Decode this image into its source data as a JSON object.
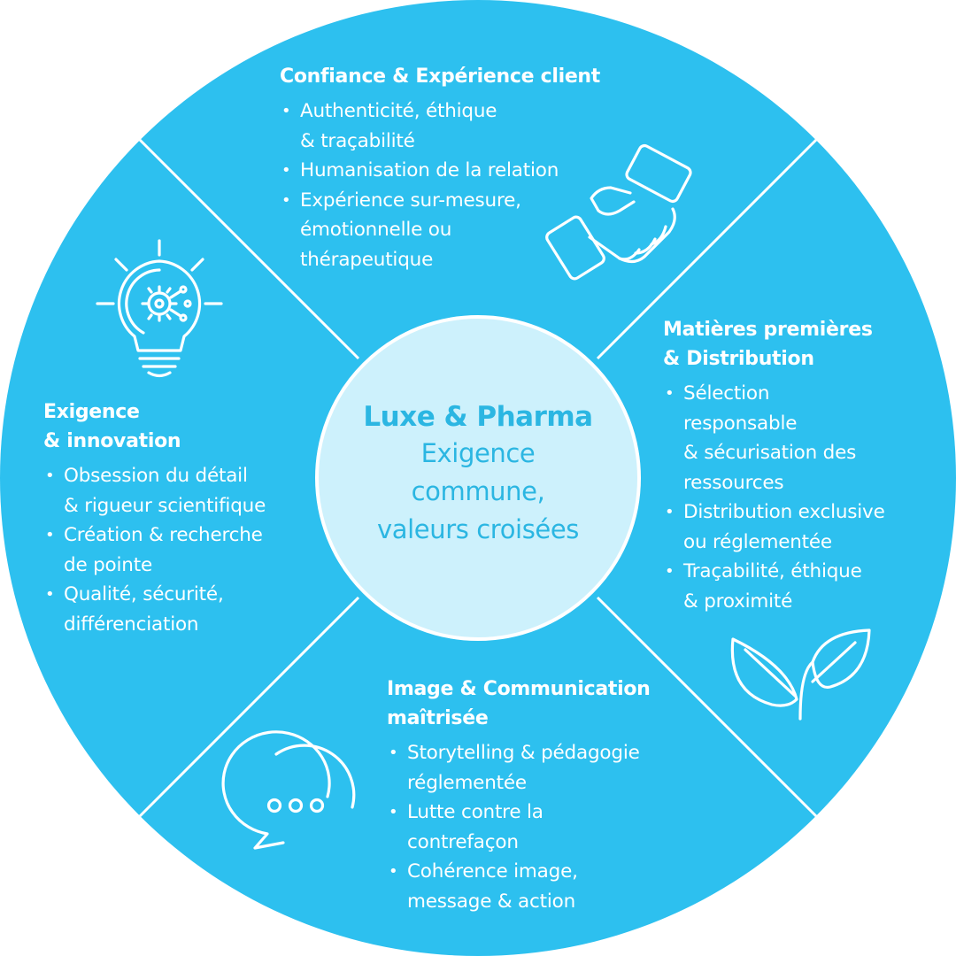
{
  "colors": {
    "ring": "#2dc0ef",
    "center_fill": "#cdf1fc",
    "center_text": "#2bb6e2",
    "text": "#ffffff"
  },
  "center": {
    "title": "Luxe & Pharma",
    "subtitle_lines": [
      "Exigence",
      "commune,",
      "valeurs croisées"
    ]
  },
  "quadrants": {
    "top": {
      "icon": "handshake-icon",
      "title": "Confiance & Expérience client",
      "items": [
        [
          "Authenticité, éthique",
          "& traçabilité"
        ],
        [
          "Humanisation de la relation"
        ],
        [
          "Expérience sur-mesure,",
          "émotionnelle ou",
          "thérapeutique"
        ]
      ]
    },
    "right": {
      "icon": "leaf-sprout-icon",
      "title_lines": [
        "Matières premières",
        "& Distribution"
      ],
      "items": [
        [
          "Sélection",
          "responsable",
          "& sécurisation des",
          "ressources"
        ],
        [
          "Distribution exclusive",
          "ou réglementée"
        ],
        [
          "Traçabilité, éthique",
          "& proximité"
        ]
      ]
    },
    "left": {
      "icon": "lightbulb-gear-icon",
      "title_lines": [
        "Exigence",
        "& innovation"
      ],
      "items": [
        [
          "Obsession du détail",
          "& rigueur scientifique"
        ],
        [
          "Création & recherche",
          "de pointe"
        ],
        [
          "Qualité, sécurité,",
          "différenciation"
        ]
      ]
    },
    "bottom": {
      "icon": "chat-bubbles-icon",
      "title_lines": [
        "Image & Communication",
        "maîtrisée"
      ],
      "items": [
        [
          "Storytelling & pédagogie",
          "réglementée"
        ],
        [
          "Lutte contre la",
          "contrefaçon"
        ],
        [
          "Cohérence image,",
          "message & action"
        ]
      ]
    }
  }
}
